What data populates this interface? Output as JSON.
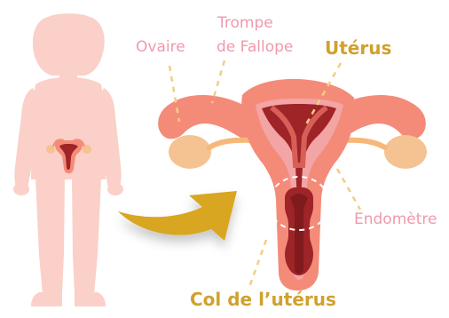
{
  "labels": {
    "ovaire": "Ovaire",
    "trompe_line1": "Trompe",
    "trompe_line2": "de Fallope",
    "uterus": "Utérus",
    "endometre": "Endomètre",
    "col": "Col de l’utérus"
  },
  "colors": {
    "label_pink": "#ee9aad",
    "label_gold": "#d1a12d",
    "body": "#fad0c8",
    "uterus_outer": "#f48b79",
    "uterus_inner": "#9e2427",
    "uterus_mid": "#d75f57",
    "endometrium": "#f3a4a4",
    "ovary": "#f4c391",
    "arrow": "#d9a623"
  }
}
